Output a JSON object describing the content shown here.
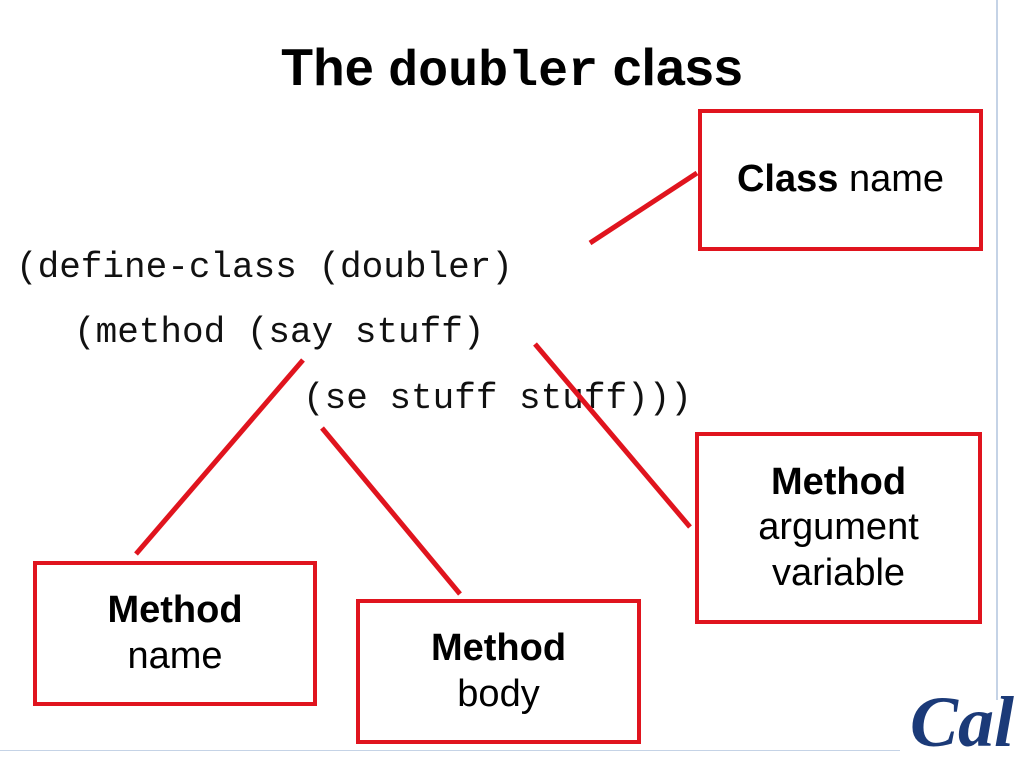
{
  "title": {
    "prefix": "The",
    "code": "doubler",
    "suffix": "class"
  },
  "code_lines": [
    "(define-class (doubler)",
    "(method (say stuff)",
    "(se stuff stuff)))"
  ],
  "callouts": {
    "class_name": {
      "bold": "Class",
      "rest": "name"
    },
    "method_argument": {
      "bold": "Method",
      "line2": "argument",
      "line3": "variable"
    },
    "method_name": {
      "bold": "Method",
      "rest": "name"
    },
    "method_body": {
      "bold": "Method",
      "rest": "body"
    }
  },
  "logo": {
    "text": "Cal"
  },
  "colors": {
    "callout_border": "#e0141e",
    "connector": "#e0141e",
    "logo": "#1b3a78",
    "rule": "#c5d3e6"
  }
}
